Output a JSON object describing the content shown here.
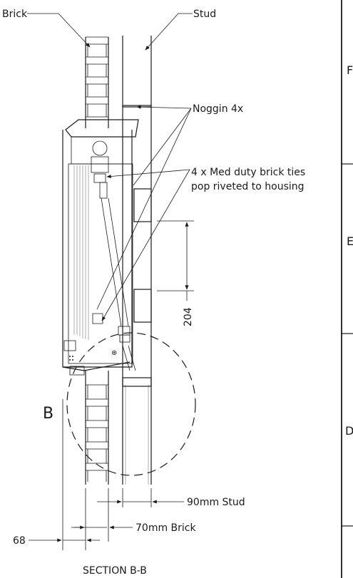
{
  "labels": {
    "brick": "Brick",
    "stud": "Stud",
    "noggin": "Noggin 4x",
    "ties_line1": "4 x Med duty brick ties",
    "ties_line2": "pop riveted to housing",
    "dim_204": "204",
    "section_marker": "B",
    "stud_dim": "90mm Stud",
    "brick_dim": "70mm Brick",
    "gap_dim": "68",
    "section_title": "SECTION B-B"
  },
  "zone_letters": [
    "F",
    "E",
    "D"
  ]
}
